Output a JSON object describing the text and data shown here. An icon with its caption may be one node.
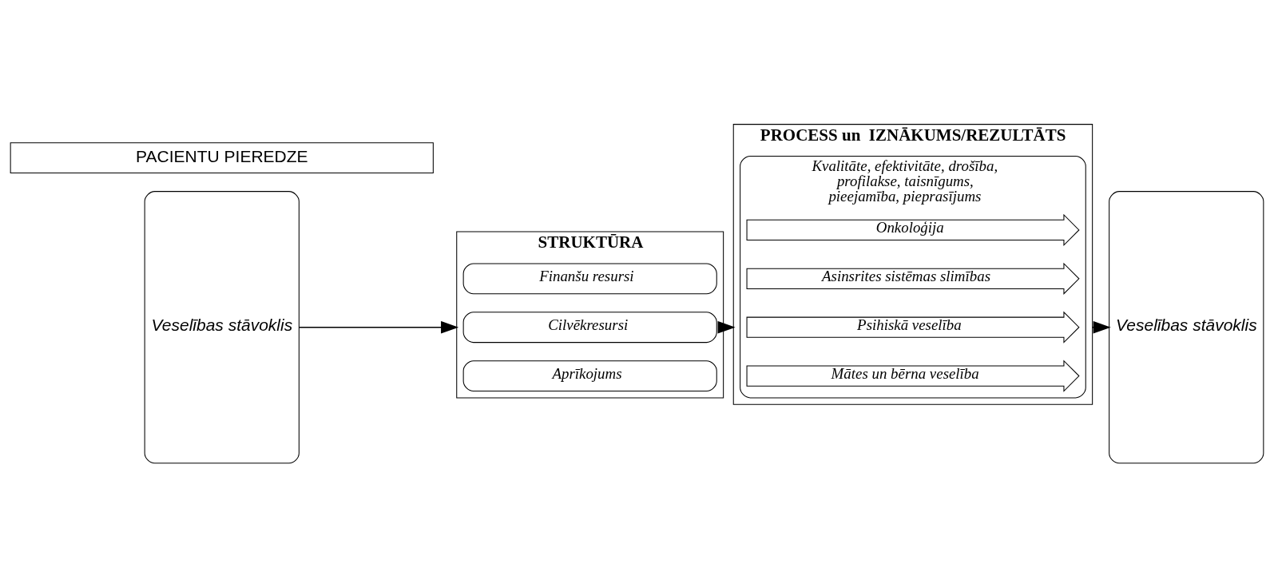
{
  "diagram": {
    "nodes": [
      {
        "text": [
          "Veselības stāvoklis"
        ]
      },
      {
        "text": [
          "STRUKTŪRA"
        ]
      },
      {
        "text": [
          "Finanšu resursi"
        ],
        "in": 1
      },
      {
        "text": [
          "Cilvēkresursi"
        ],
        "in": 1
      },
      {
        "text": [
          "Aprīkojums"
        ],
        "in": 1
      },
      {
        "text": [
          "PROCESS un  IZNĀKUMS/REZULTĀTS"
        ]
      },
      {
        "text": [
          "Kvalitāte, efektivitāte, drošība, profilakse, taisnīgums, pieejamība, pieprasījums"
        ],
        "in": 5
      },
      {
        "text": [
          "Onkoloģija"
        ],
        "in": 6
      },
      {
        "text": [
          "Asinsrites sistēmas slimības"
        ],
        "in": 6
      },
      {
        "text": [
          "Psihiskā veselība"
        ],
        "in": 6
      },
      {
        "text": [
          "Mātes un bērna veselība"
        ],
        "in": 6
      },
      {
        "text": [
          "Veselības stāvoklis"
        ]
      },
      {
        "text": [
          "PACIENTU PIEREDZE"
        ]
      }
    ],
    "edges": [
      {
        "from": 0,
        "to": 1,
        "arrow": "to"
      },
      {
        "from": 1,
        "to": 5,
        "arrow": "to"
      },
      {
        "from": 5,
        "to": 11,
        "arrow": "to"
      }
    ]
  }
}
